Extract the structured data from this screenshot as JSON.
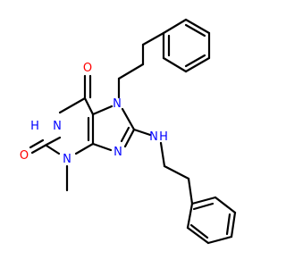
{
  "molecule": {
    "colors": {
      "bond": "#000000",
      "carbon": "#000000",
      "nitrogen": "#0000ff",
      "oxygen": "#ff0000",
      "background": "#ffffff"
    },
    "atom_labels": {
      "o_top": "O",
      "o_left": "O",
      "n1": "N",
      "h1": "H",
      "n3": "N",
      "n7": "N",
      "n9": "N",
      "n_amine": "N",
      "h_amine": "H"
    }
  }
}
